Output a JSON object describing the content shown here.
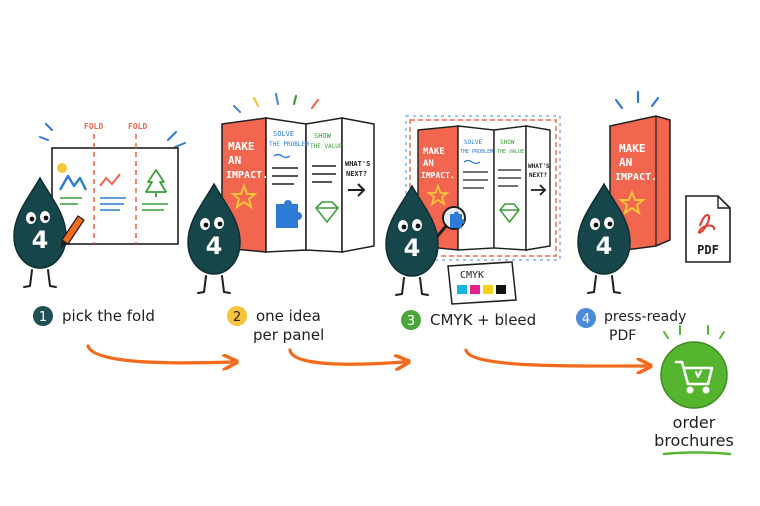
{
  "colors": {
    "teal_drop": "#16464a",
    "coral": "#f26650",
    "orange_arrow": "#f26a1b",
    "step1_badge": "#1d4f55",
    "step2_badge": "#f6c33a",
    "step3_badge": "#4aa63a",
    "step4_badge": "#4a8ad8",
    "cart_green": "#55b52f",
    "ink": "#1f1f1f",
    "accent_blue": "#2d7bd6",
    "accent_green": "#3e9d3a",
    "pdf_red": "#e23a2f"
  },
  "mascot": {
    "number": "4"
  },
  "panel1": {
    "fold_label_left": "FOLD",
    "fold_label_right": "FOLD"
  },
  "brochure": {
    "cover_line1": "MAKE",
    "cover_line2": "AN",
    "cover_line3": "IMPACT.",
    "panel2_title_line1": "SOLVE",
    "panel2_title_line2": "THE PROBLEM",
    "panel3_title_line1": "SHOW",
    "panel3_title_line2": "THE VALUE",
    "panel4_title_line1": "WHAT'S",
    "panel4_title_line2": "NEXT?"
  },
  "cmyk_card": {
    "label": "CMYK"
  },
  "pdf_file": {
    "label": "PDF"
  },
  "steps": [
    {
      "number": "1",
      "label_line1": "pick the fold",
      "label_line2": ""
    },
    {
      "number": "2",
      "label_line1": "one idea",
      "label_line2": "per panel"
    },
    {
      "number": "3",
      "label_line1": "CMYK + bleed",
      "label_line2": ""
    },
    {
      "number": "4",
      "label_line1": "press-ready",
      "label_line2": "PDF"
    }
  ],
  "final": {
    "label_line1": "order",
    "label_line2": "brochures"
  }
}
